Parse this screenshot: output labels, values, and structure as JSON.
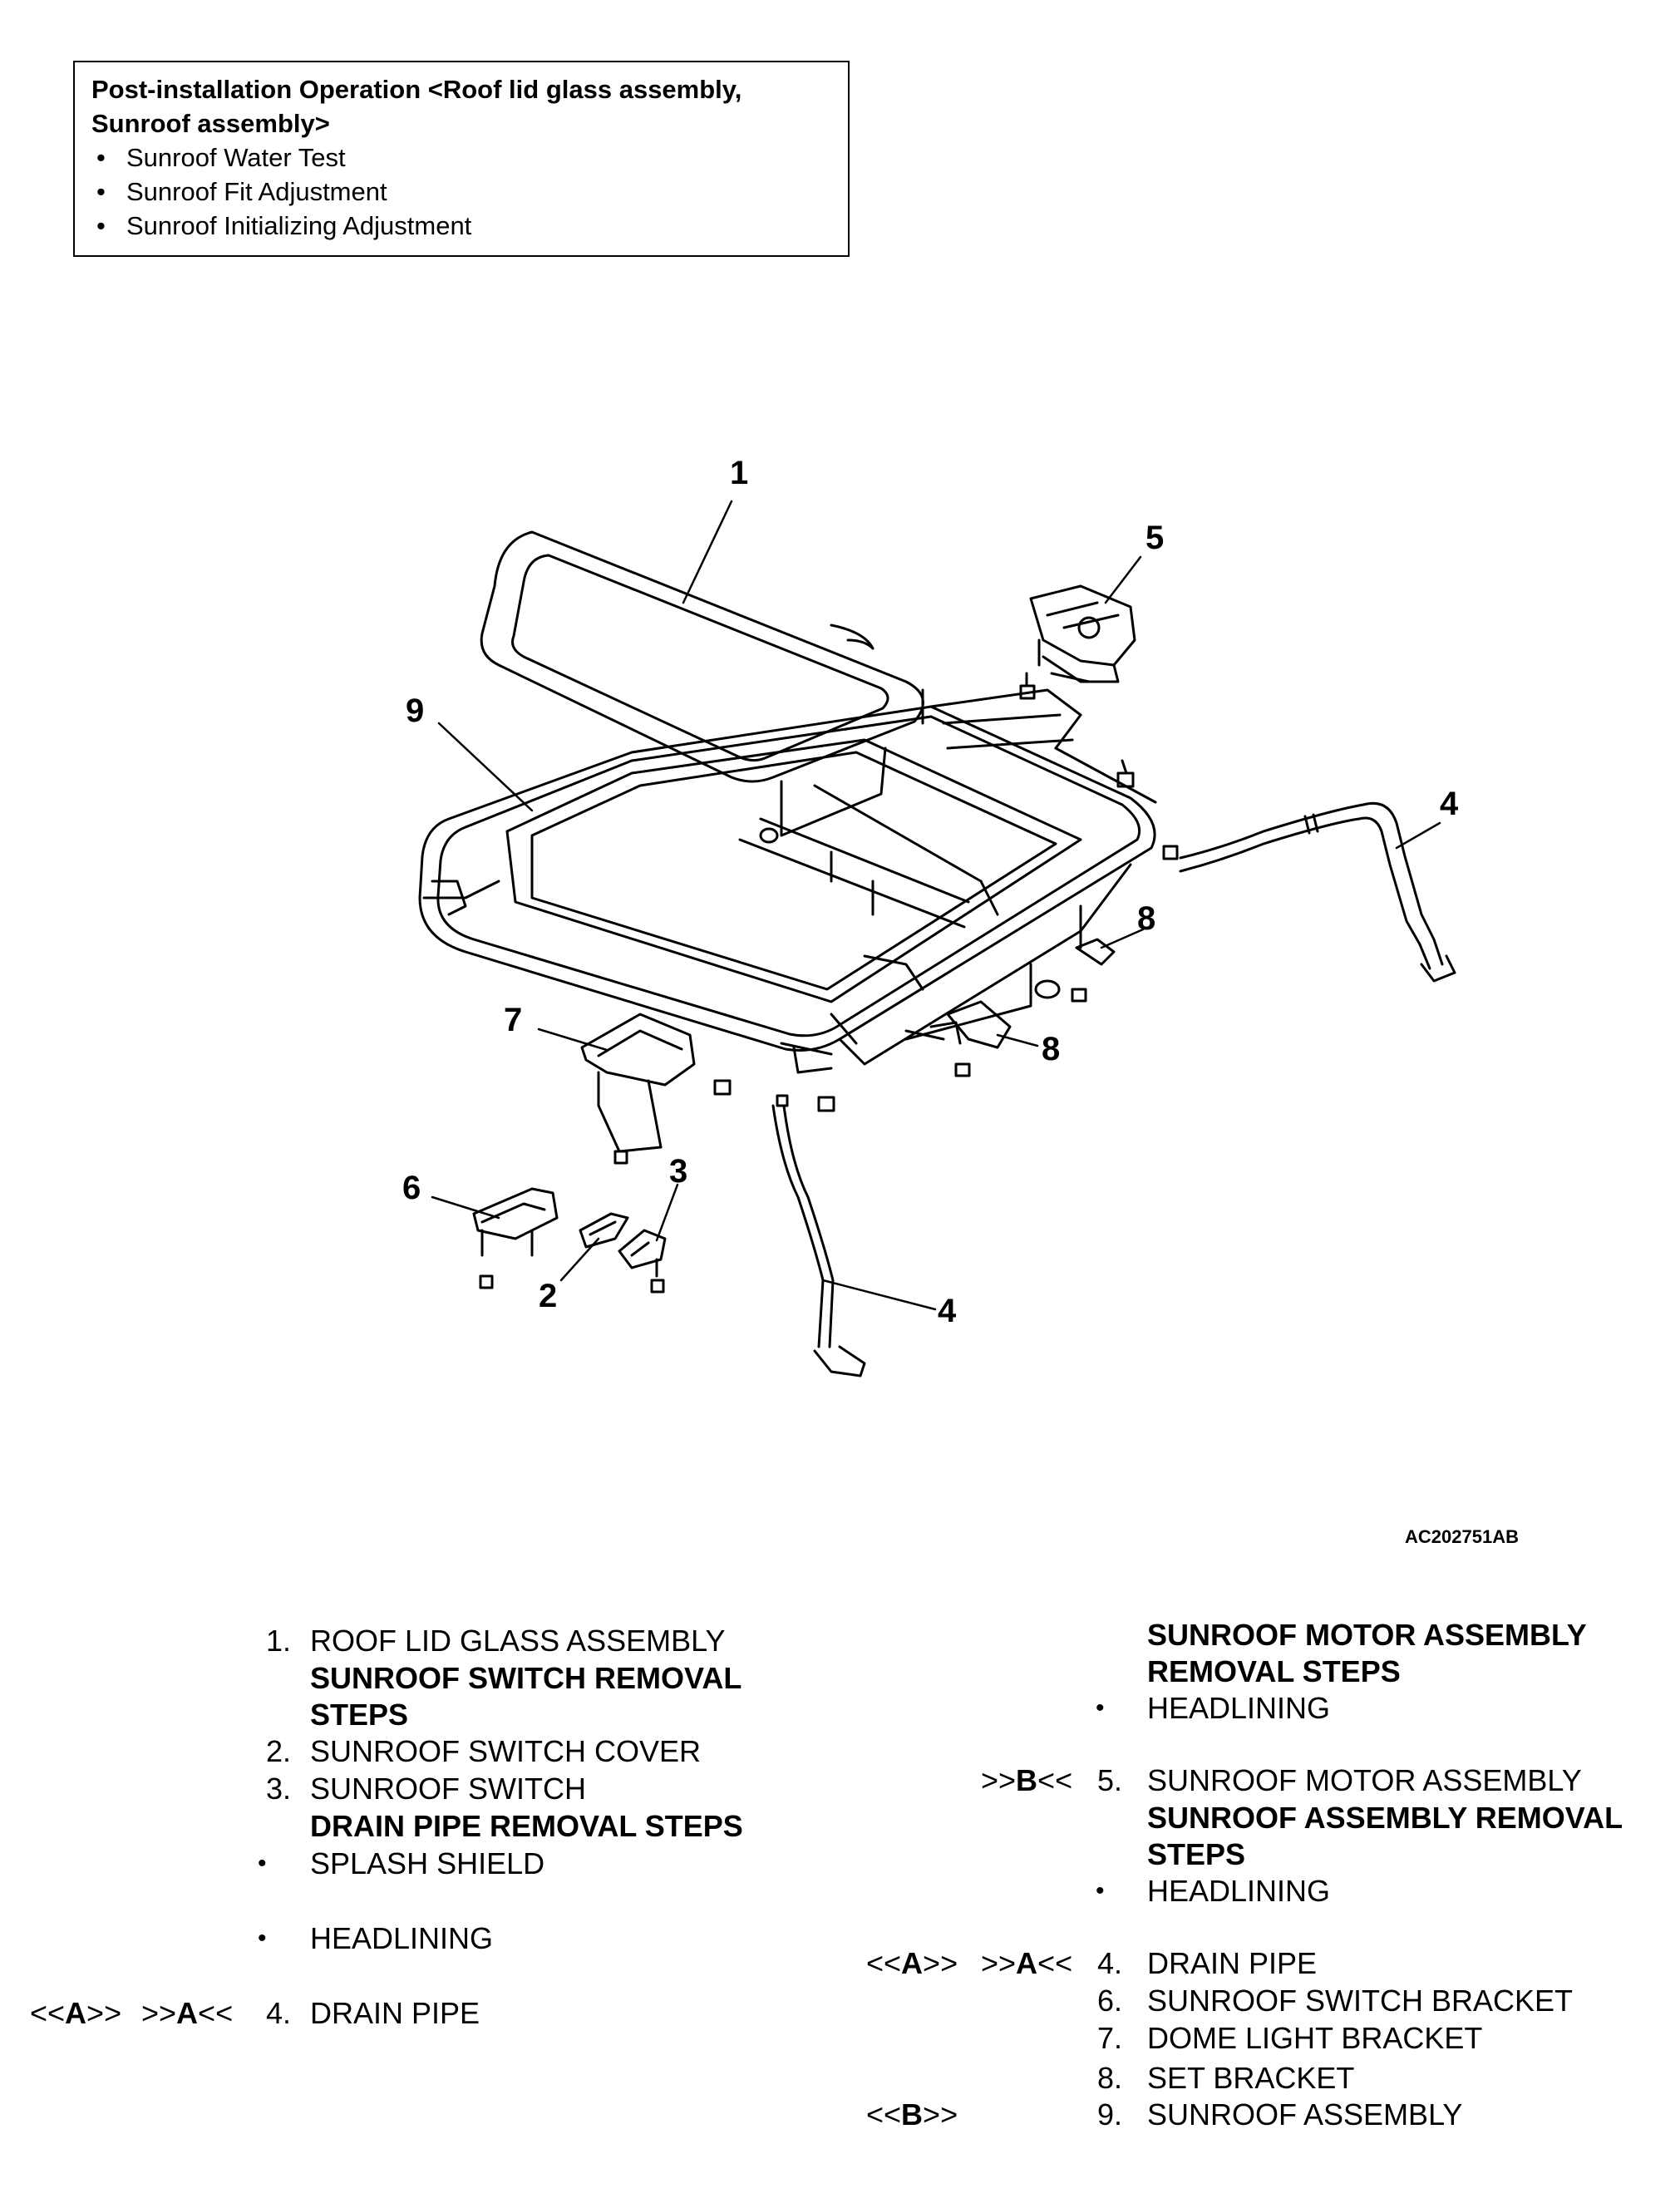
{
  "post_install": {
    "title": "Post-installation Operation <Roof lid glass assembly, Sunroof assembly>",
    "items": [
      "Sunroof Water Test",
      "Sunroof Fit Adjustment",
      "Sunroof Initializing Adjustment"
    ]
  },
  "diagram": {
    "figure_code": "AC202751AB",
    "callouts": [
      "1",
      "2",
      "3",
      "4",
      "4",
      "5",
      "6",
      "7",
      "8",
      "8",
      "9"
    ]
  },
  "left_steps": {
    "s1": {
      "num": "1.",
      "label": "ROOF LID GLASS ASSEMBLY"
    },
    "h1": "SUNROOF SWITCH REMOVAL STEPS",
    "s2": {
      "num": "2.",
      "label": "SUNROOF SWITCH COVER"
    },
    "s3": {
      "num": "3.",
      "label": "SUNROOF SWITCH"
    },
    "h2": "DRAIN PIPE REMOVAL STEPS",
    "b1": "SPLASH SHIELD",
    "b2": "HEADLINING",
    "s4": {
      "ref1_pre": "<<",
      "ref1_letter": "A",
      "ref1_post": ">>",
      "ref2_pre": ">>",
      "ref2_letter": "A",
      "ref2_post": "<<",
      "num": "4.",
      "label": "DRAIN PIPE"
    }
  },
  "right_steps": {
    "h1": "SUNROOF MOTOR ASSEMBLY REMOVAL STEPS",
    "b1": "HEADLINING",
    "s5": {
      "ref_pre": ">>",
      "ref_letter": "B",
      "ref_post": "<<",
      "num": "5.",
      "label": "SUNROOF MOTOR ASSEMBLY"
    },
    "h2": "SUNROOF ASSEMBLY REMOVAL STEPS",
    "b2": "HEADLINING",
    "s4": {
      "ref1_pre": "<<",
      "ref1_letter": "A",
      "ref1_post": ">>",
      "ref2_pre": ">>",
      "ref2_letter": "A",
      "ref2_post": "<<",
      "num": "4.",
      "label": "DRAIN PIPE"
    },
    "s6": {
      "num": "6.",
      "label": "SUNROOF SWITCH BRACKET"
    },
    "s7": {
      "num": "7.",
      "label": "DOME LIGHT BRACKET"
    },
    "s8": {
      "num": "8.",
      "label": "SET BRACKET"
    },
    "s9": {
      "ref_pre": "<<",
      "ref_letter": "B",
      "ref_post": ">>",
      "num": "9.",
      "label": "SUNROOF ASSEMBLY"
    }
  },
  "bullet_glyph": "•"
}
